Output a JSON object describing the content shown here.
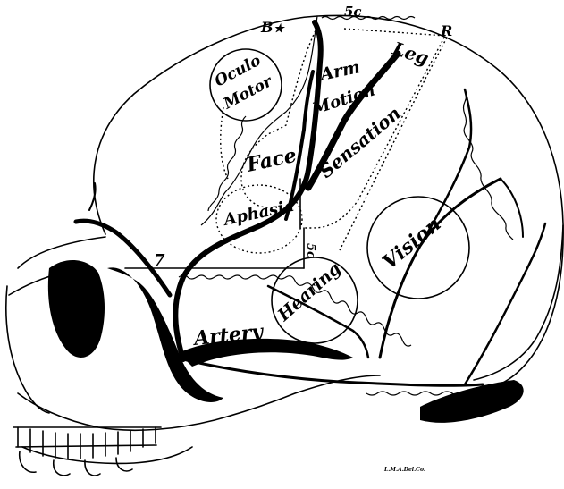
{
  "diagram": {
    "labels": {
      "b": "B",
      "star": "★",
      "fivec_top": "5c",
      "r": "R",
      "leg": "Leg",
      "arm": "Arm",
      "motion": "Motion",
      "oculo": "Oculo",
      "motor": "Motor",
      "face": "Face",
      "sensation": "Sensation",
      "aphasia": "Aphasia",
      "seven": "7",
      "fivec_side": "5c",
      "vision": "Vision",
      "hearing": "Hearing",
      "artery": "Artery",
      "signature": "L.M.A.Del.Co."
    },
    "ink_color": "#000000",
    "paper_color": "#ffffff",
    "style": "line engraving of a skull with cranial topography"
  }
}
